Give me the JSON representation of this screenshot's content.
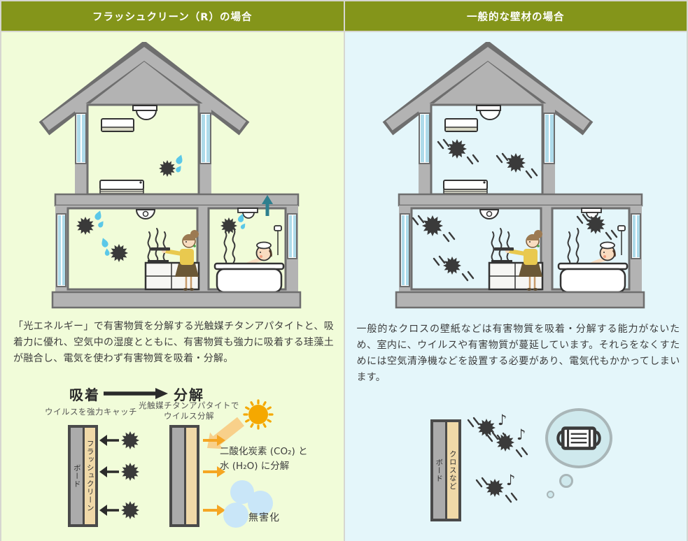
{
  "left_panel": {
    "header": "フラッシュクリーン（R）の場合",
    "description": "「光エネルギー」で有害物質を分解する光触媒チタンアパタイトと、吸着力に優れ、空気中の湿度とともに、有害物質も強力に吸着する珪藻土が融合し、電気を使わず有害物質を吸着・分解。",
    "diagram": {
      "adsorb_label": "吸着",
      "decompose_label": "分解",
      "adsorb_caption": "ウイルスを強力キャッチ",
      "decompose_caption_line1": "光触媒チタンアパタイトで",
      "decompose_caption_line2": "ウイルス分解",
      "board_label": "ボード",
      "layer_label": "フラッシュクリーン",
      "result_line1": "二酸化炭素 (CO₂) と",
      "result_line2": "水 (H₂O) に分解",
      "harmless_label": "無害化"
    }
  },
  "right_panel": {
    "header": "一般的な壁材の場合",
    "description": "一般的なクロスの壁紙などは有害物質を吸着・分解する能力がないため、室内に、ウイルスや有害物質が蔓延しています。それらをなくすためには空気清浄機などを設置する必要があり、電気代もかかってしまいます。",
    "diagram": {
      "board_label": "ボード",
      "layer_label": "クロスなど"
    }
  },
  "icons": {
    "music_note": "♪"
  },
  "colors": {
    "header_bg": "#84951a",
    "left_bg": "#f1fcd9",
    "right_bg": "#e4f6fa",
    "roof_gray": "#b3b3b3",
    "outline_gray": "#6e6e6e",
    "board_gray": "#ababab",
    "layer_tan": "#f0d9a8",
    "virus": "#3a3a3a",
    "water_drop": "#5bc8e8",
    "sun": "#f5a800",
    "sun_arrow": "#f8d08a",
    "arrow_orange": "#f5a623",
    "harmless_bubble": "#c9e6f8",
    "thought_bubble": "#cfe9ed",
    "ventilation_teal": "#2e7f8e"
  }
}
